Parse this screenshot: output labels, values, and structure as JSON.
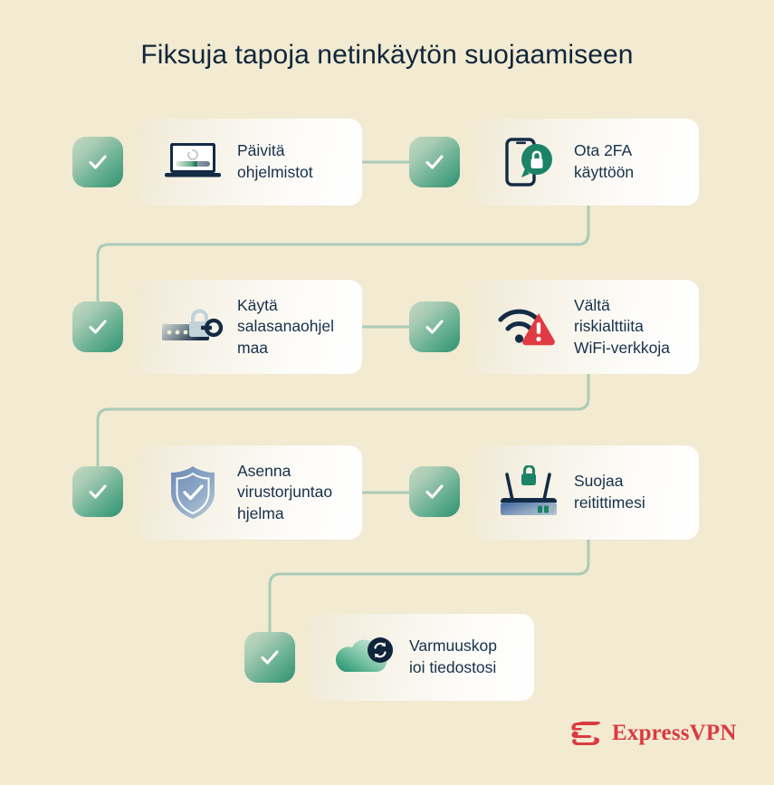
{
  "header": {
    "title": "Fiksuja tapoja netinkäytön suojaamiseen"
  },
  "colors": {
    "background": "#f2ead1",
    "title_text": "#10263b",
    "card_text": "#16314a",
    "check_green_light": "#c3d8c0",
    "check_green_dark": "#2e9271",
    "connector_line": "#8fbfa4",
    "warning_red": "#e03a42",
    "brand_red": "#d93b40",
    "icon_navy": "#132b44",
    "icon_blue": "#6f8fb5"
  },
  "steps": [
    {
      "id": "update-software",
      "label": "Päivitä\nohjelmistot",
      "icon": "laptop-update-icon",
      "checkbox": "step-checkbox",
      "row": 1,
      "column": "left"
    },
    {
      "id": "enable-2fa",
      "label": "Ota 2FA\nkäyttöön",
      "icon": "phone-lock-icon",
      "checkbox": "step-checkbox",
      "row": 1,
      "column": "right"
    },
    {
      "id": "use-password-manager",
      "label": "Käytä\nsalasanaohjel\nmaa",
      "icon": "password-key-icon",
      "checkbox": "step-checkbox",
      "row": 2,
      "column": "left"
    },
    {
      "id": "avoid-risky-wifi",
      "label": "Vältä\nriskialttiita\nWiFi-verkkoja",
      "icon": "wifi-warning-icon",
      "checkbox": "step-checkbox",
      "row": 2,
      "column": "right"
    },
    {
      "id": "install-antivirus",
      "label": "Asenna\nvirustorjuntao\nhjelma",
      "icon": "shield-check-icon",
      "checkbox": "step-checkbox",
      "row": 3,
      "column": "left"
    },
    {
      "id": "secure-router",
      "label": "Suojaa\nreitittimesi",
      "icon": "router-lock-icon",
      "checkbox": "step-checkbox",
      "row": 3,
      "column": "right"
    },
    {
      "id": "backup-files",
      "label": "Varmuuskop\nioi tiedostosi",
      "icon": "cloud-sync-icon",
      "checkbox": "step-checkbox",
      "row": 4,
      "column": "center"
    }
  ],
  "footer": {
    "brand_name": "ExpressVPN",
    "brand_mark": "expressvpn-logo-mark"
  }
}
